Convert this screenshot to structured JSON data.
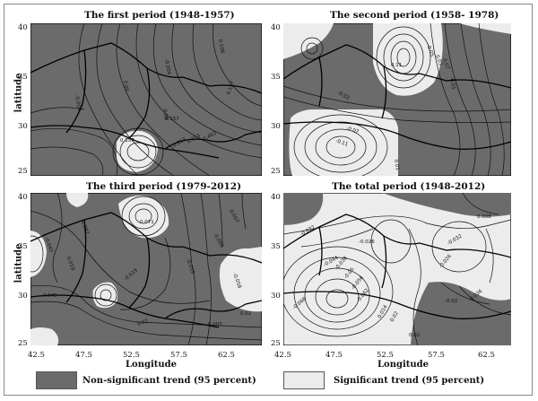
{
  "figure": {
    "panels": [
      {
        "id": "p1",
        "title": "The first period (1948-1957)",
        "y_ticks": [
          "40",
          "35",
          "30",
          "25"
        ],
        "x_ticks": [],
        "ylabel": "latitude",
        "xlabel": "",
        "contour_labels": [
          "0.108",
          "-0.004",
          "-0.004",
          "0.157",
          "0.06",
          "0.06",
          "0.157",
          "0.157",
          "0.213",
          "0.353",
          "-0.463"
        ]
      },
      {
        "id": "p2",
        "title": "The second period (1958- 1978)",
        "y_ticks": [
          "40",
          "35",
          "30",
          "25"
        ],
        "x_ticks": [],
        "ylabel": "",
        "xlabel": "",
        "contour_labels": [
          "0.11",
          "-0.05",
          "0.03",
          "0.07",
          "-0.03",
          "-0.11",
          "-0.07",
          "0.01",
          "-0.01"
        ]
      },
      {
        "id": "p3",
        "title": "The third period (1979-2012)",
        "y_ticks": [
          "40",
          "35",
          "30",
          "25"
        ],
        "x_ticks": [
          "42.5",
          "47.5",
          "52.5",
          "57.5",
          "62.5"
        ],
        "ylabel": "latitude",
        "xlabel": "Longitude",
        "contour_labels": [
          "-0.097",
          "-0.071",
          "0.007",
          "-0.045",
          "-0.019",
          "-0.006",
          "-0.019",
          "-0.045",
          "-0.019",
          "-0.058",
          "0.02",
          "-0.007",
          "0.02"
        ]
      },
      {
        "id": "p4",
        "title": "The total period (1948-2012)",
        "y_ticks": [
          "40",
          "35",
          "30",
          "25"
        ],
        "x_ticks": [
          "42.5",
          "47.5",
          "52.5",
          "57.5",
          "62.5"
        ],
        "ylabel": "",
        "xlabel": "Longitude",
        "contour_labels": [
          "0.008",
          "-0.032",
          "-0.026",
          "-0.032",
          "-0.026",
          "-0.044",
          "-0.038",
          "-0.05",
          "-0.056",
          "-0.062",
          "-0.068",
          "0.014",
          "0.02",
          "-0.02",
          "0.026",
          "0.02"
        ]
      }
    ],
    "legend": {
      "non_significant": "Non-significant trend (95 percent)",
      "significant": "Significant trend (95 percent)"
    },
    "colors": {
      "non_significant": "#6b6b6b",
      "significant": "#ececec",
      "contour": "#111111",
      "border": "#000000"
    }
  }
}
